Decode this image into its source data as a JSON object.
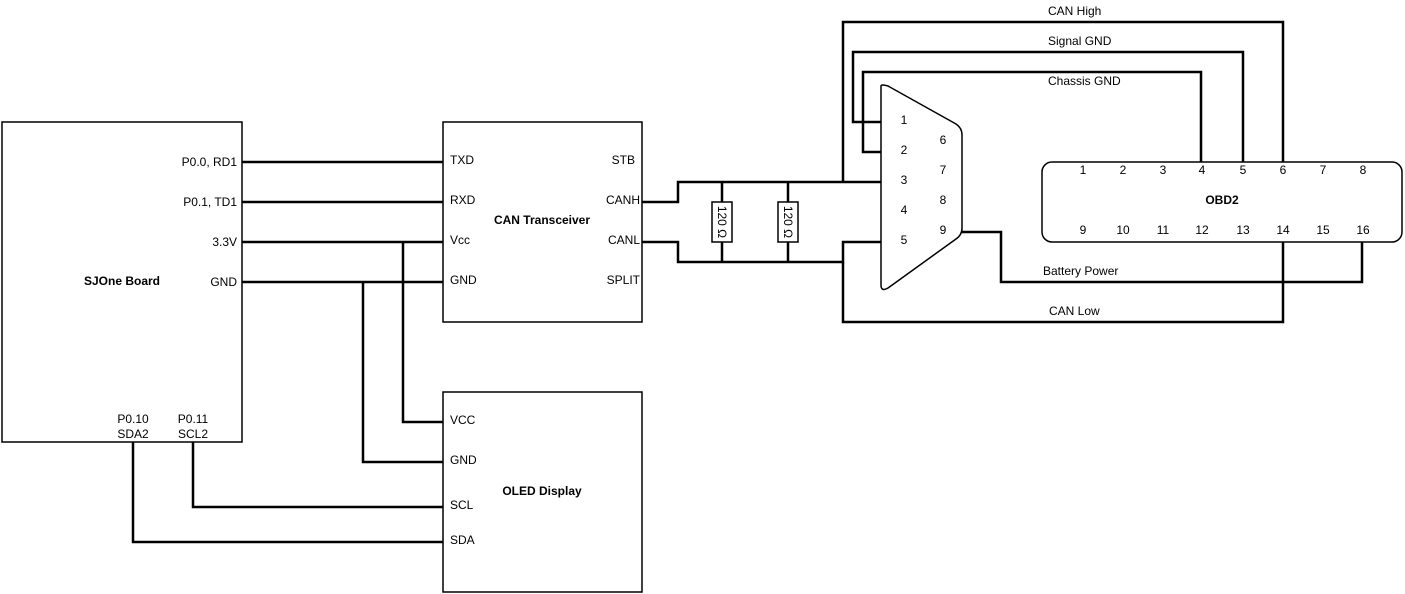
{
  "sjone": {
    "title": "SJOne Board",
    "pins": {
      "p00": "P0.0, RD1",
      "p01": "P0.1, TD1",
      "v33": "3.3V",
      "gnd": "GND"
    },
    "p010": {
      "line1": "P0.10",
      "line2": "SDA2"
    },
    "p011": {
      "line1": "P0.11",
      "line2": "SCL2"
    }
  },
  "transceiver": {
    "title": "CAN Transceiver",
    "left_pins": {
      "txd": "TXD",
      "rxd": "RXD",
      "vcc": "Vcc",
      "gnd": "GND"
    },
    "right_pins": {
      "stb": "STB",
      "canh": "CANH",
      "canl": "CANL",
      "split": "SPLIT"
    }
  },
  "oled": {
    "title": "OLED Display",
    "pins": {
      "vcc": "VCC",
      "gnd": "GND",
      "scl": "SCL",
      "sda": "SDA"
    }
  },
  "resistors": [
    "120 Ω",
    "120 Ω"
  ],
  "db9": {
    "pins_top": [
      "1",
      "2",
      "3",
      "4",
      "5"
    ],
    "pins_bottom": [
      "6",
      "7",
      "8",
      "9"
    ]
  },
  "obd2": {
    "title": "OBD2",
    "pins_top": [
      "1",
      "2",
      "3",
      "4",
      "5",
      "6",
      "7",
      "8"
    ],
    "pins_bottom": [
      "9",
      "10",
      "11",
      "12",
      "13",
      "14",
      "15",
      "16"
    ]
  },
  "wire_labels": {
    "can_high": "CAN High",
    "signal_gnd": "Signal GND",
    "chassis_gnd": "Chassis GND",
    "battery_power": "Battery Power",
    "can_low": "CAN Low"
  }
}
